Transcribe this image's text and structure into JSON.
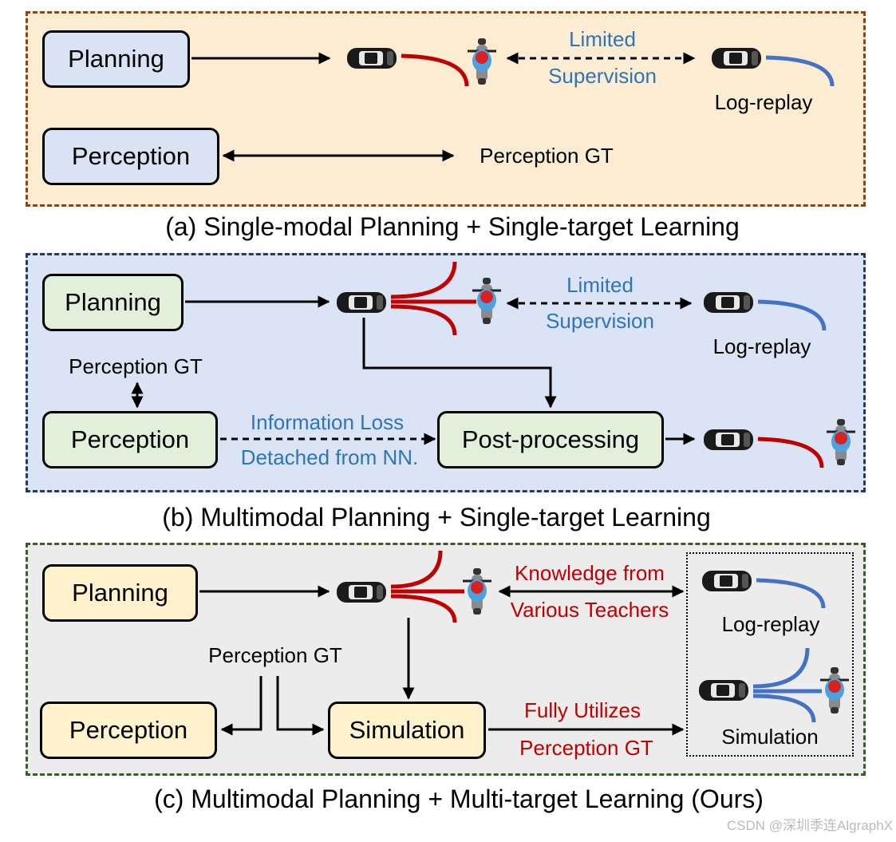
{
  "panel_a": {
    "planning_label": "Planning",
    "perception_label": "Perception",
    "limited_label": "Limited",
    "supervision_label": "Supervision",
    "log_replay_label": "Log-replay",
    "perception_gt_label": "Perception GT",
    "caption": "(a) Single-modal Planning + Single-target Learning"
  },
  "panel_b": {
    "planning_label": "Planning",
    "perception_label": "Perception",
    "postprocessing_label": "Post-processing",
    "limited_label": "Limited",
    "supervision_label": "Supervision",
    "log_replay_label": "Log-replay",
    "perception_gt_label": "Perception GT",
    "info_loss_label": "Information Loss",
    "detached_label": "Detached from NN.",
    "caption": "(b) Multimodal Planning + Single-target Learning"
  },
  "panel_c": {
    "planning_label": "Planning",
    "perception_label": "Perception",
    "simulation_box_label": "Simulation",
    "knowledge_label": "Knowledge from",
    "teachers_label": "Various Teachers",
    "log_replay_label": "Log-replay",
    "perception_gt_label": "Perception GT",
    "fully_label": "Fully Utilizes",
    "perception_gt_red_label": "Perception GT",
    "simulation_label": "Simulation",
    "caption": "(c) Multimodal Planning + Multi-target Learning (Ours)"
  },
  "watermark": "CSDN @深圳季连AlgraphX",
  "colors": {
    "panel_a_bg": "#fcecd2",
    "panel_b_bg": "#dbe4f4",
    "panel_c_bg": "#ececec",
    "trajectory_red": "#c00000",
    "trajectory_blue": "#4472c4",
    "text_blue": "#2e75b6",
    "text_red": "#c00000"
  },
  "icons": [
    "car-icon",
    "motorcycle-rider-icon"
  ]
}
